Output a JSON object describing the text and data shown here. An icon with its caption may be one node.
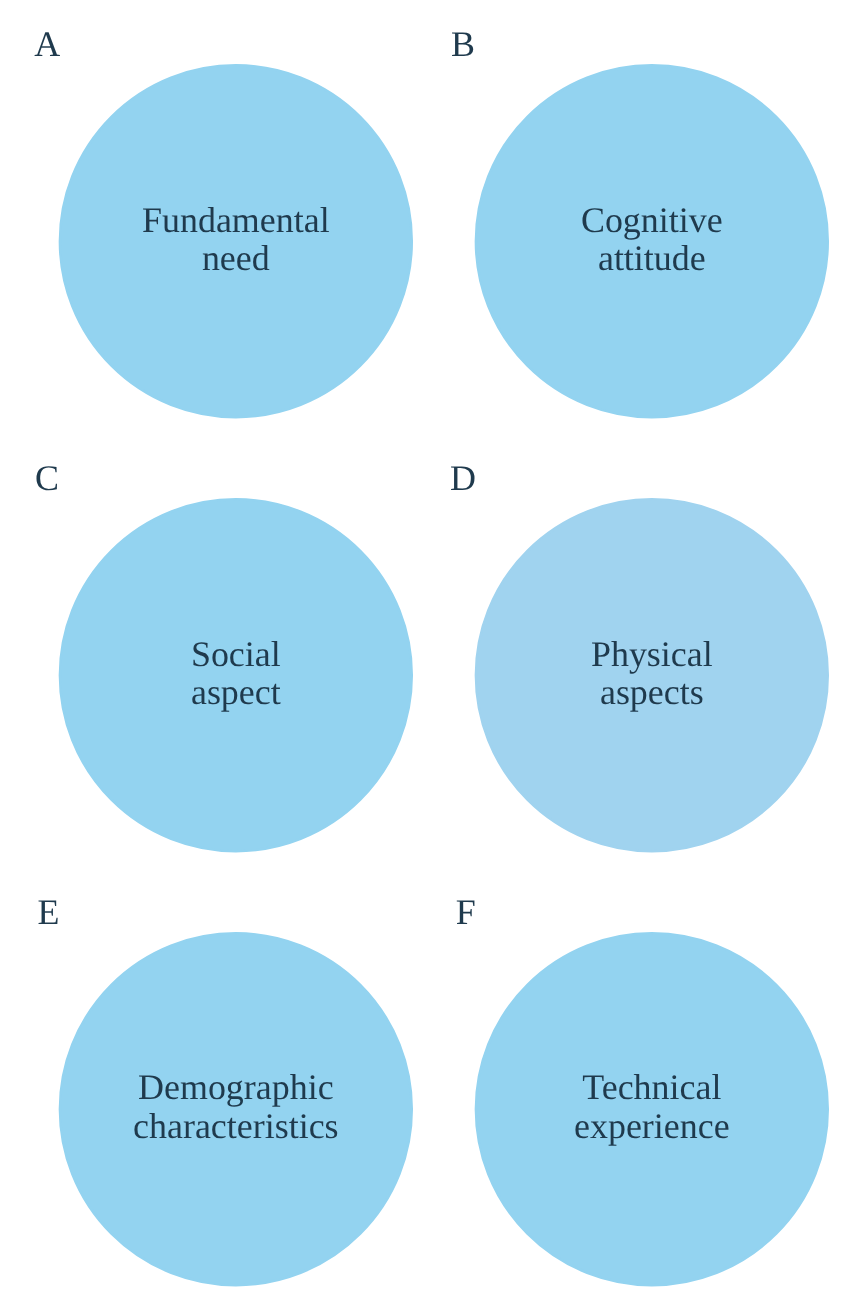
{
  "diagram": {
    "nodes": [
      {
        "text": [
          "A",
          "Fundamental need"
        ]
      },
      {
        "text": [
          "B",
          "Cognitive attitude"
        ]
      },
      {
        "text": [
          "C",
          "Social aspect"
        ]
      },
      {
        "text": [
          "D",
          "Physical aspects"
        ]
      },
      {
        "text": [
          "E",
          "Demographic characteristics"
        ]
      },
      {
        "text": [
          "F",
          "Technical experience"
        ]
      }
    ],
    "edges": []
  }
}
